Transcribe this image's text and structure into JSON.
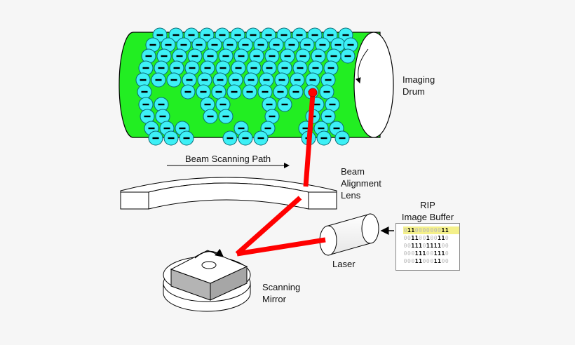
{
  "labels": {
    "imaging_drum_line1": "Imaging",
    "imaging_drum_line2": "Drum",
    "beam_path": "Beam Scanning Path",
    "lens_line1": "Beam",
    "lens_line2": "Alignment",
    "lens_line3": "Lens",
    "rip_line1": "RIP",
    "rip_line2": "Image Buffer",
    "laser": "Laser",
    "mirror_line1": "Scanning",
    "mirror_line2": "Mirror"
  },
  "charge_symbol": "−",
  "image_buffer_rows": [
    "011000000011",
    "001100100110",
    "001110111100",
    "000111001110",
    "000110001100"
  ],
  "colors": {
    "drum_green": "#22ee22",
    "toner_cyan": "#3df0f6",
    "beam_red": "#ff0000",
    "buffer_highlight": "#f4f08a"
  }
}
